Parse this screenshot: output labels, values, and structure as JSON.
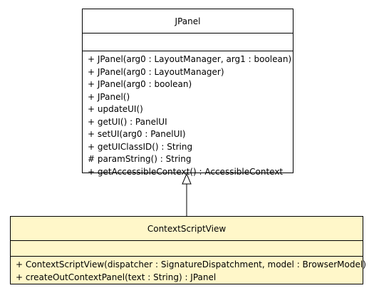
{
  "classes": {
    "jpanel": {
      "name": "JPanel",
      "operations": [
        "+ JPanel(arg0 : LayoutManager, arg1 : boolean)",
        "+ JPanel(arg0 : LayoutManager)",
        "+ JPanel(arg0 : boolean)",
        "+ JPanel()",
        "+ updateUI()",
        "+ getUI() : PanelUI",
        "+ setUI(arg0 : PanelUI)",
        "+ getUIClassID() : String",
        "# paramString() : String",
        "+ getAccessibleContext() : AccessibleContext"
      ]
    },
    "context_script_view": {
      "name": "ContextScriptView",
      "operations": [
        "+ ContextScriptView(dispatcher : SignatureDispatchment, model : BrowserModel)",
        "+ createOutContextPanel(text : String) : JPanel"
      ]
    }
  },
  "relationship": {
    "type": "generalization",
    "from": "ContextScriptView",
    "to": "JPanel"
  },
  "colors": {
    "subclass_fill": "#fff7c9",
    "superclass_fill": "#ffffff",
    "line": "#000000"
  }
}
